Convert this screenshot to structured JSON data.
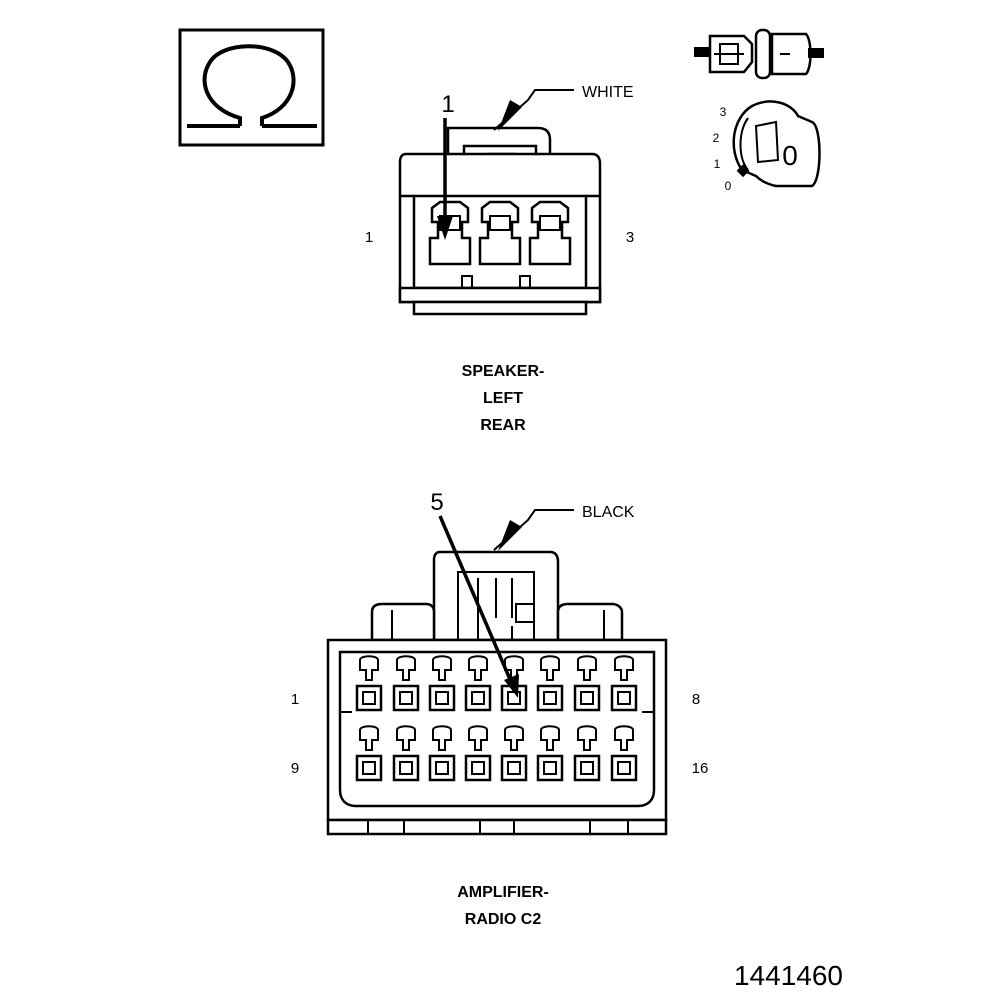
{
  "symbol_box": {
    "glyph": "Ω",
    "icon": "ohm-omega-icon"
  },
  "multimeter_icon": {
    "icon": "ignition-key-icon",
    "switch_positions": [
      "3",
      "2",
      "1",
      "0"
    ],
    "key_label": "0"
  },
  "speaker_connector": {
    "color_label": "WHITE",
    "callout_pin": "1",
    "pin_left": "1",
    "pin_right": "3",
    "title_lines": [
      "SPEAKER-",
      "LEFT",
      "REAR"
    ]
  },
  "amplifier_connector": {
    "color_label": "BLACK",
    "callout_pin": "5",
    "row1_left": "1",
    "row1_right": "8",
    "row2_left": "9",
    "row2_right": "16",
    "title_lines": [
      "AMPLIFIER-",
      "RADIO C2"
    ]
  },
  "figure_number": "1441460"
}
